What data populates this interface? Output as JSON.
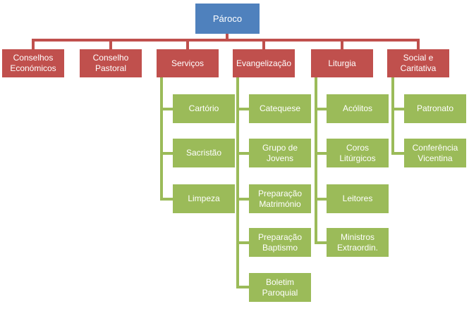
{
  "colors": {
    "background": "#ffffff",
    "text": "#ffffff",
    "root_fill": "#4f81bd",
    "branch_fill": "#c0504d",
    "leaf_fill": "#9bbb59",
    "branch_connector": "#c0504d",
    "leaf_connector": "#9bbb59"
  },
  "org": {
    "root": {
      "label": "Pároco"
    },
    "branches": [
      {
        "label": "Conselhos Económicos",
        "children": []
      },
      {
        "label": "Conselho Pastoral",
        "children": []
      },
      {
        "label": "Serviços",
        "children": [
          "Cartório",
          "Sacristão",
          "Limpeza"
        ]
      },
      {
        "label": "Evangelização",
        "children": [
          "Catequese",
          "Grupo de Jovens",
          "Preparação Matrimónio",
          "Preparação Baptismo",
          "Boletim Paroquial"
        ]
      },
      {
        "label": "Liturgia",
        "children": [
          "Acólitos",
          "Coros Litúrgicos",
          "Leitores",
          "Ministros Extraordin."
        ]
      },
      {
        "label": "Social e Caritativa",
        "children": [
          "Patronato",
          "Conferência Vicentina"
        ]
      }
    ]
  }
}
